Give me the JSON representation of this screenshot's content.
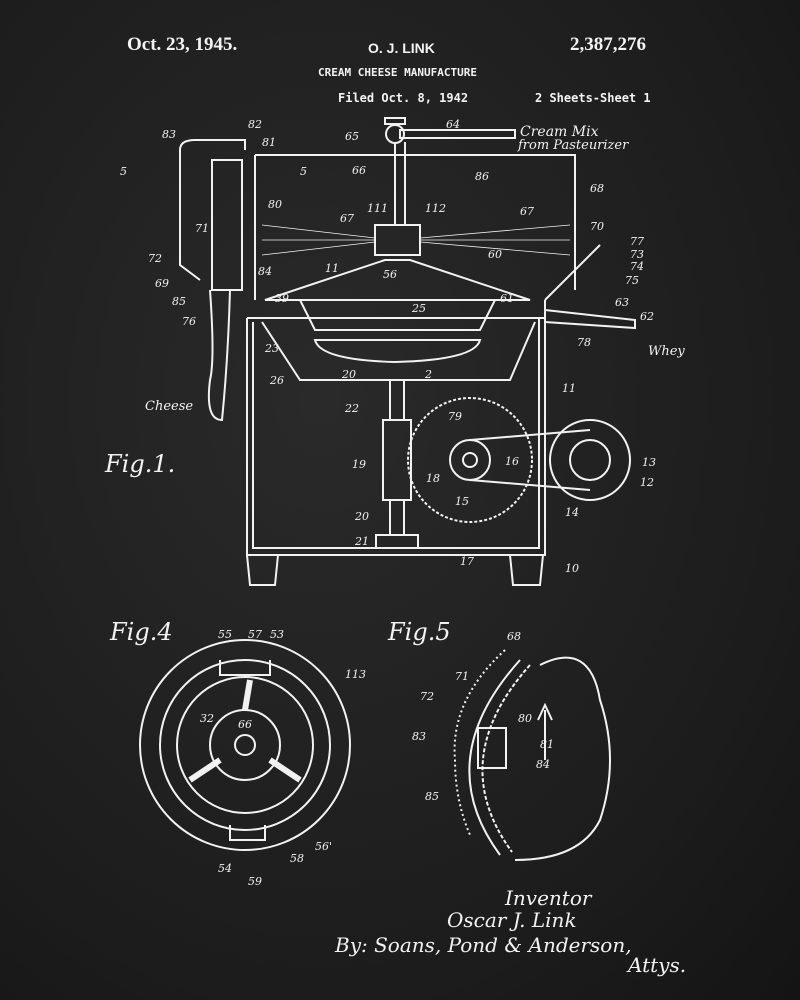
{
  "header": {
    "date": "Oct. 23, 1945.",
    "inventor_short": "O. J. LINK",
    "patent_number": "2,387,276",
    "title": "CREAM CHEESE MANUFACTURE",
    "filed": "Filed Oct. 8, 1942",
    "sheets": "2 Sheets-Sheet 1"
  },
  "annotations": {
    "cream_mix_1": "Cream Mix",
    "cream_mix_2": "from Pasteurizer",
    "whey": "Whey",
    "cheese": "Cheese"
  },
  "figures": {
    "fig1": "Fig.1.",
    "fig4": "Fig.4",
    "fig5": "Fig.5"
  },
  "signature": {
    "inventor_label": "Inventor",
    "inventor_name": "Oscar J. Link",
    "attorneys": "By: Soans, Pond & Anderson,",
    "attys": "Attys."
  },
  "labels": [
    "83",
    "82",
    "81",
    "65",
    "64",
    "66",
    "86",
    "68",
    "5",
    "5",
    "80",
    "67",
    "111",
    "112",
    "67",
    "70",
    "77",
    "73",
    "74",
    "75",
    "71",
    "72",
    "84",
    "56",
    "11",
    "60",
    "69",
    "85",
    "76",
    "39",
    "25",
    "61",
    "63",
    "62",
    "78",
    "23",
    "26",
    "20",
    "2",
    "22",
    "79",
    "16",
    "18",
    "15",
    "13",
    "12",
    "19",
    "11",
    "14",
    "20",
    "21",
    "17",
    "10",
    "55",
    "57",
    "53",
    "113",
    "32",
    "66",
    "54",
    "59",
    "58",
    "56'",
    "68",
    "71",
    "72",
    "80",
    "81",
    "84",
    "83",
    "85"
  ],
  "colors": {
    "background": "#1e1e1e",
    "ink": "#f2f2f2"
  }
}
